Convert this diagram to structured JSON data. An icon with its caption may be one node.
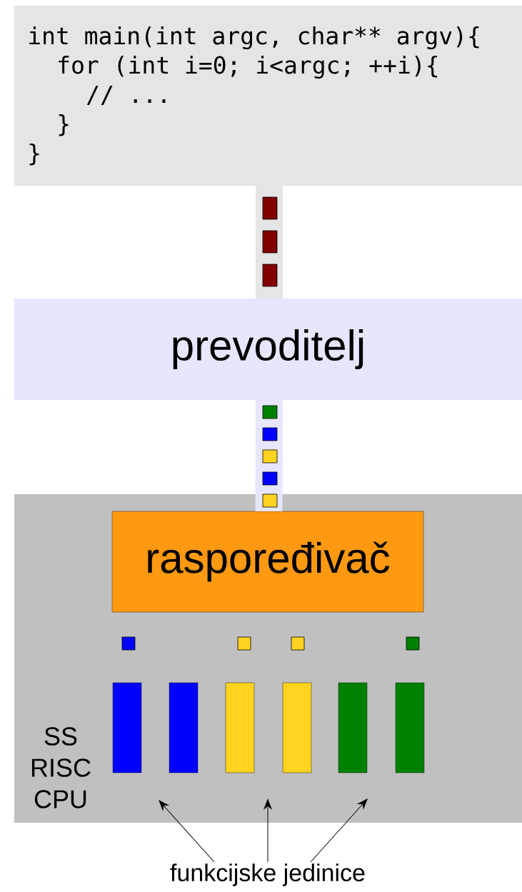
{
  "diagram": {
    "nodes": [
      {
        "text": [
          "int main(int argc, char** argv){",
          "for (int i=0; i<argc; ++i){",
          "// ...",
          "}",
          "}"
        ]
      },
      {
        "text": [
          "prevoditelj"
        ]
      },
      {
        "text": [
          "SS RISC CPU"
        ]
      },
      {
        "text": [
          "raspoređivač"
        ],
        "in": 2
      },
      {
        "text": [],
        "shape": "bar",
        "in": 2
      },
      {
        "text": [],
        "shape": "bar",
        "in": 2
      },
      {
        "text": [],
        "shape": "bar",
        "in": 2
      },
      {
        "text": [],
        "shape": "bar",
        "in": 2
      },
      {
        "text": [],
        "shape": "bar",
        "in": 2
      },
      {
        "text": [],
        "shape": "bar",
        "in": 2
      },
      {
        "text": [
          "funkcijske jedinice"
        ]
      }
    ],
    "edges": [
      {
        "from": 0,
        "to": 1,
        "arrow": "none",
        "style": "thick",
        "color": "#e5e5e5"
      },
      {
        "from": 1,
        "to": 3,
        "arrow": "none",
        "style": "thick",
        "color": "#e6e6ff"
      },
      {
        "from": 10,
        "to": null,
        "arrow": "to"
      },
      {
        "from": 10,
        "to": null,
        "arrow": "to"
      },
      {
        "from": 10,
        "to": null,
        "arrow": "to"
      }
    ]
  }
}
